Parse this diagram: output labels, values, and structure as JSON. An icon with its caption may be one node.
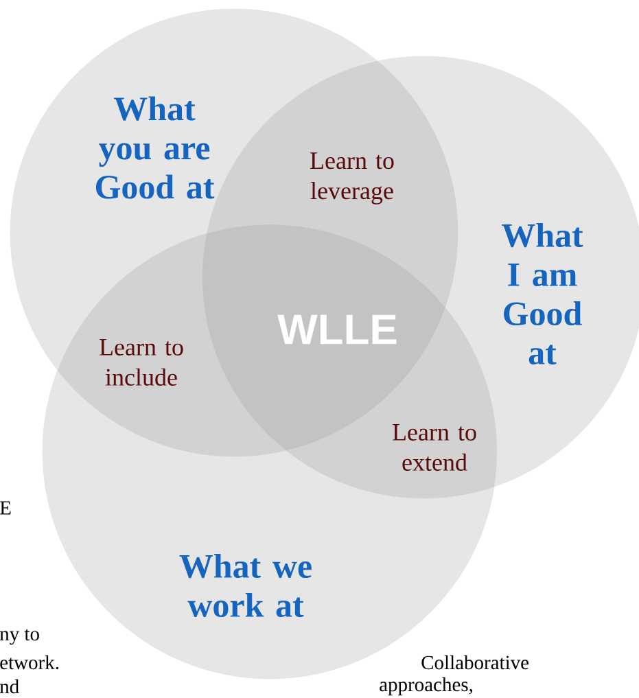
{
  "diagram": {
    "nodes": [
      {
        "text": [
          "What you are Good at"
        ]
      },
      {
        "text": [
          "What I am Good at"
        ]
      },
      {
        "text": [
          "What we work at"
        ]
      }
    ],
    "labels": [
      "Learn to leverage",
      "WLLE",
      "Learn to include",
      "Learn to extend",
      "E",
      "ny to",
      "etwork.",
      "Collaborative",
      "nd",
      "approaches,"
    ]
  }
}
